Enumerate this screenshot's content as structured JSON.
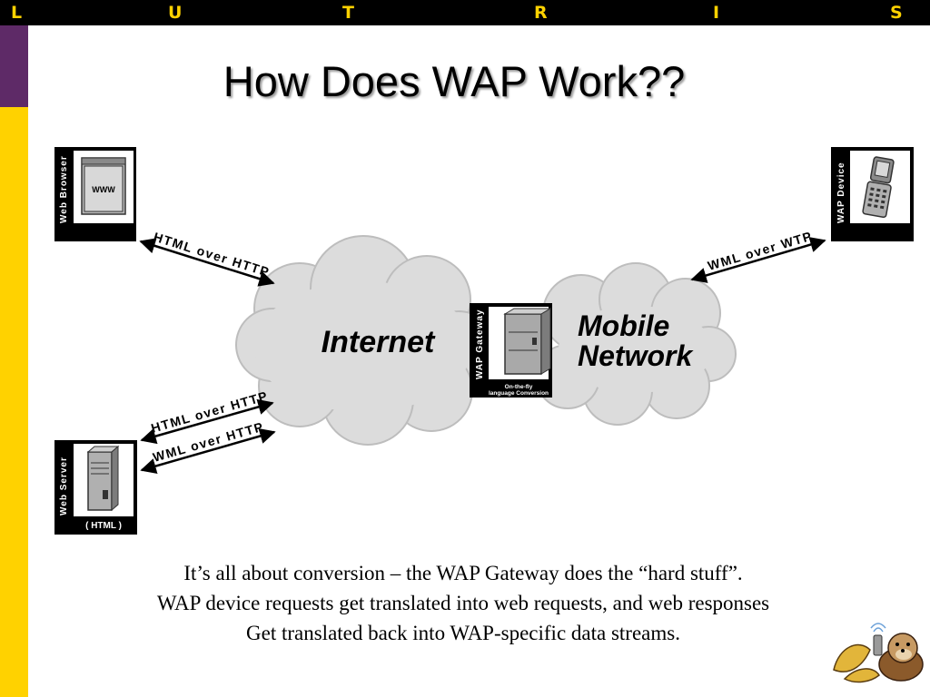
{
  "header": {
    "letters": [
      "L",
      "U",
      "T",
      "R",
      "I",
      "S"
    ],
    "accent_color": "#FFD200",
    "purple_color": "#5E2A67"
  },
  "slide": {
    "title": "How Does WAP Work??"
  },
  "diagram": {
    "web_browser": {
      "label": "Web Browser",
      "screen_text": "WWW"
    },
    "wap_device": {
      "label": "WAP Device"
    },
    "web_server": {
      "label": "Web Server",
      "caption": "( HTML )"
    },
    "wap_gateway": {
      "label": "WAP Gateway",
      "caption_line1": "On-the-fly",
      "caption_line2": "language Conversion"
    },
    "clouds": {
      "internet": "Internet",
      "mobile_line1": "Mobile",
      "mobile_line2": "Network"
    },
    "links": {
      "browser_link": "HTML over HTTP",
      "device_link": "WML over WTP",
      "server_link_html": "HTML over HTTP",
      "server_link_wml": "WML over HTTP"
    }
  },
  "caption": {
    "line1": "It’s all about conversion – the WAP Gateway does the “hard stuff”.",
    "line2": "WAP device requests get translated into web requests, and web responses",
    "line3": "Get translated back into WAP-specific data streams."
  },
  "mascot": {
    "icon": "otter-with-phone-icon"
  }
}
